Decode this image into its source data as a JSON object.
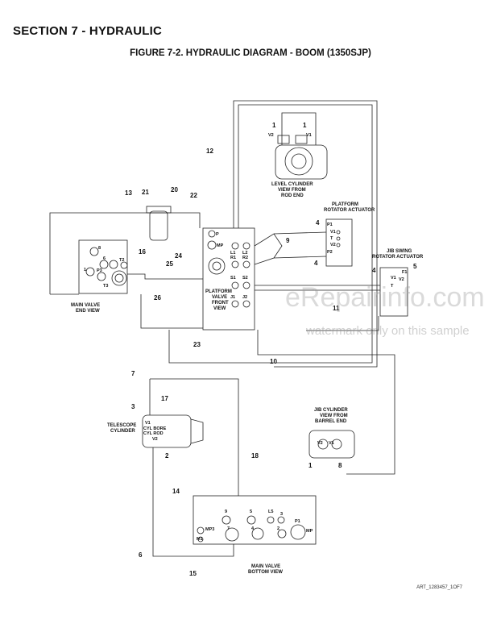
{
  "header": {
    "section": "SECTION 7 - HYDRAULIC",
    "figure": "FIGURE 7-2. HYDRAULIC DIAGRAM - BOOM (1350SJP)"
  },
  "captions": {
    "level_cyl": [
      "LEVEL CYLINDER",
      "VIEW FROM",
      "ROD END"
    ],
    "platform_rot": [
      "PLATFORM",
      "ROTATOR ACTUATOR"
    ],
    "jib_swing": [
      "JIB SWING",
      "ROTATOR ACTUATOR"
    ],
    "main_end": [
      "MAIN VALVE",
      "END VIEW"
    ],
    "platform_valve": [
      "PLATFORM",
      "VALVE",
      "FRONT",
      "VIEW"
    ],
    "telescope": [
      "TELESCOPE",
      "CYLINDER"
    ],
    "jib_cyl": [
      "JIB CYLINDER",
      "VIEW FROM",
      "BARREL END"
    ],
    "main_bottom": [
      "MAIN VALVE",
      "BOTTOM VIEW"
    ]
  },
  "callouts": {
    "n12": "12",
    "n13": "13",
    "n21": "21",
    "n20": "20",
    "n22": "22",
    "n9": "9",
    "n24": "24",
    "n25": "25",
    "n26": "26",
    "n16": "16",
    "n11": "11",
    "n23": "23",
    "n10": "10",
    "n1a": "1",
    "n1b": "1",
    "n4a": "4",
    "n4b": "4",
    "n4c": "4",
    "n5": "5",
    "n7": "7",
    "n17": "17",
    "n3": "3",
    "n2": "2",
    "n18": "18",
    "n14": "14",
    "n6": "6",
    "n15": "15",
    "n1c": "1",
    "n8": "8"
  },
  "ports": {
    "V1": "V1",
    "V2": "V2",
    "P": "P",
    "MP": "MP",
    "L1": "L1",
    "L2": "L2",
    "R1": "R1",
    "R2": "R2",
    "S1": "S1",
    "S2": "S2",
    "J1": "J1",
    "J2": "J2",
    "P1": "P1",
    "P2": "P2",
    "T": "T",
    "F1": "F1",
    "T2": "T2",
    "P3": "P3",
    "T3": "T3",
    "CYL_BORE": "CYL BORE",
    "CYL_ROD": "CYL ROD",
    "MP3": "MP3",
    "M1": "M1",
    "L5": "L5",
    "P1MP": "MP",
    "b8": "8",
    "b6": "6",
    "b1": "1",
    "b9": "9",
    "b5": "5",
    "b3": "3",
    "b7": "7",
    "b4": "4",
    "b2": "2",
    "L5n": "L5"
  },
  "footer": {
    "art_id": "ART_1283457_1OF7"
  },
  "watermark": {
    "main": "eRepairinfo.com",
    "sub": "watermark only on this sample"
  }
}
